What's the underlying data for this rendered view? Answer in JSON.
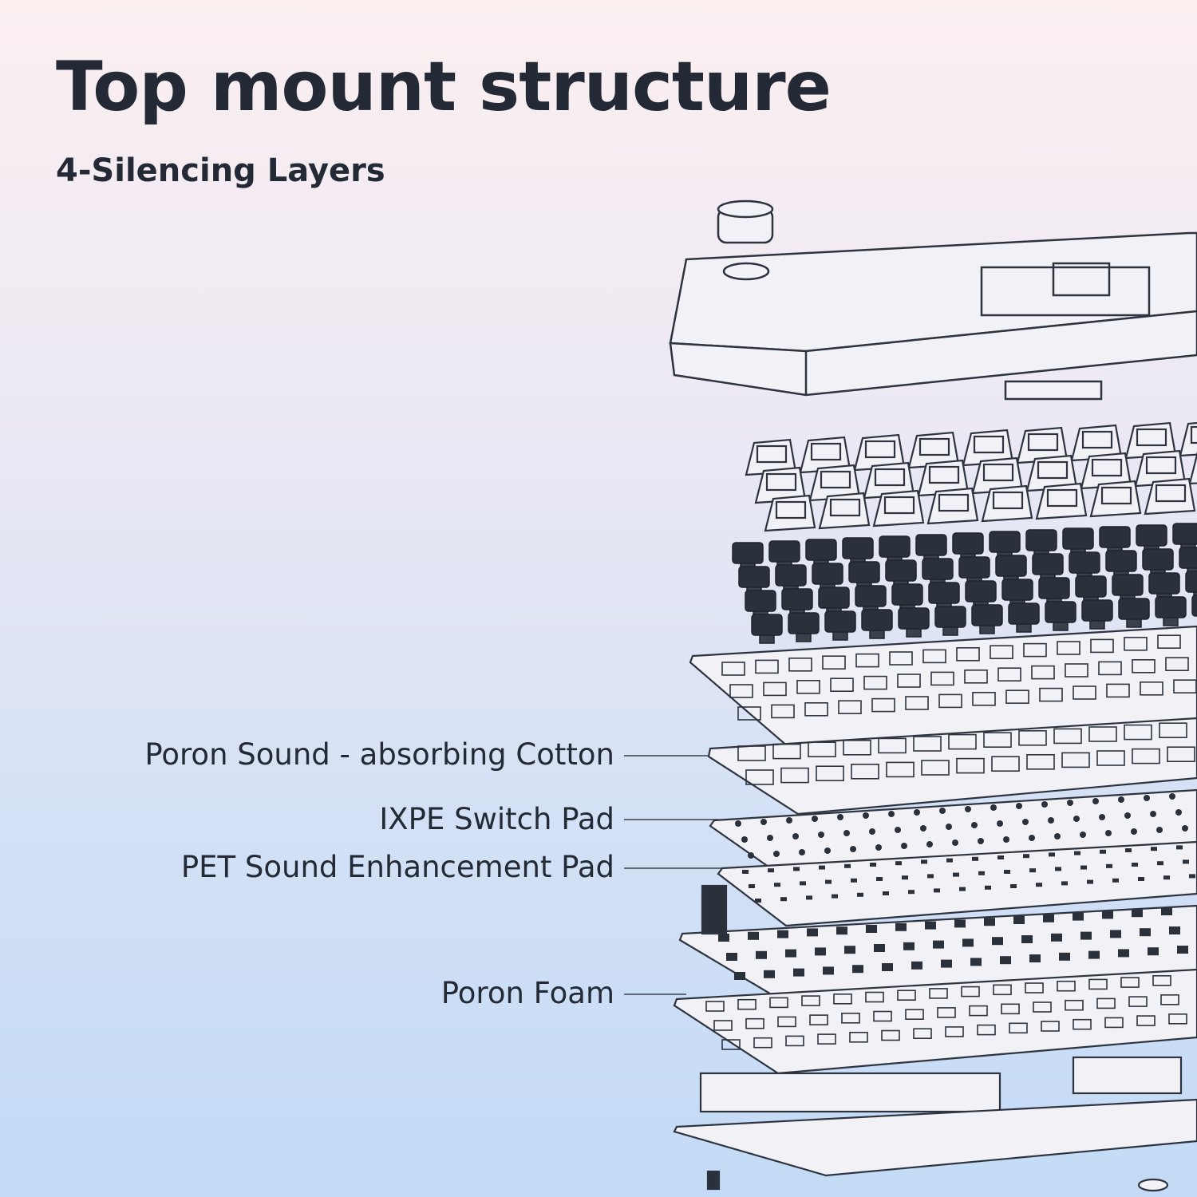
{
  "header": {
    "title": "Top mount structure",
    "subtitle": "4-Silencing Layers"
  },
  "callouts": [
    {
      "label": "Poron Sound - absorbing Cotton"
    },
    {
      "label": "IXPE Switch Pad"
    },
    {
      "label": "PET Sound Enhancement Pad"
    },
    {
      "label": "Poron Foam"
    }
  ],
  "colors": {
    "ink": "#232a35",
    "line": "#2d3440",
    "part_fill": "#f2f1f6"
  }
}
